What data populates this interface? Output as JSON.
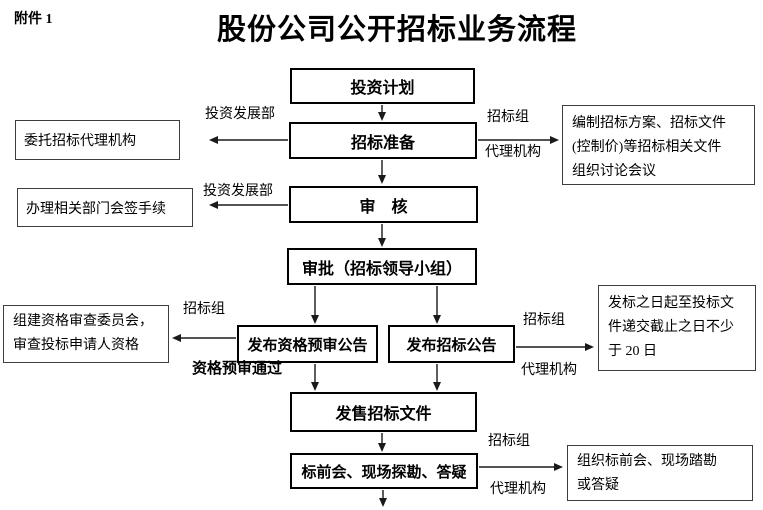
{
  "page": {
    "attachment": "附件 1",
    "title": "股份公司公开招标业务流程"
  },
  "nodes": {
    "investment_plan": "投资计划",
    "bid_preparation": "招标准备",
    "review": "审　核",
    "approval": "审批（招标领导小组）",
    "publish_prequalification": "发布资格预审公告",
    "publish_bid_announcement": "发布招标公告",
    "sell_bid_documents": "发售招标文件",
    "pre_bid_meeting": "标前会、现场探勘、答疑"
  },
  "notes": {
    "entrust_agency": "委托招标代理机构",
    "countersign_procedures": "办理相关部门会签手续",
    "compile_documents": [
      "编制招标方案、招标文件",
      "(控制价)等招标相关文件",
      "组织讨论会议"
    ],
    "qualification_committee": [
      "组建资格审查委员会，",
      "审查投标申请人资格"
    ],
    "deadline_20_days": [
      "发标之日起至投标文",
      "件递交截止之日不少",
      "于 20 日"
    ],
    "organize_pre_bid": [
      "组织标前会、现场踏勘",
      "或答疑"
    ]
  },
  "edge_labels": {
    "invest_dept_1": "投资发展部",
    "invest_dept_2": "投资发展部",
    "bid_group_prep": "招标组",
    "agency_prep": "代理机构",
    "bid_group_prequal": "招标组",
    "prequal_passed": "资格预审通过",
    "bid_group_announce": "招标组",
    "agency_announce": "代理机构",
    "bid_group_meeting": "招标组",
    "agency_meeting": "代理机构"
  },
  "colors": {
    "line": "#1a1a1a",
    "node_border": "#000000",
    "note_border": "#3d3d3d",
    "background": "#ffffff"
  }
}
